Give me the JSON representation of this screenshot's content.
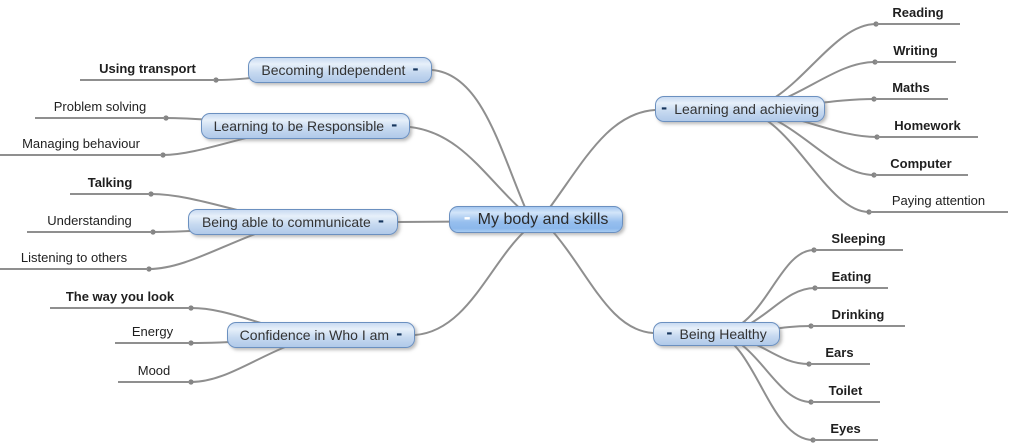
{
  "central": {
    "label": "My body and skills",
    "collapse_indicator": "-"
  },
  "branches": [
    {
      "label": "Becoming Independent",
      "collapse_indicator": "-",
      "side": "left",
      "children": [
        {
          "label": "Using transport",
          "emphasis": "bold"
        }
      ]
    },
    {
      "label": "Learning to be Responsible",
      "collapse_indicator": "-",
      "side": "left",
      "children": [
        {
          "label": "Problem solving",
          "emphasis": "normal"
        },
        {
          "label": "Managing behaviour",
          "emphasis": "normal"
        }
      ]
    },
    {
      "label": "Being able to communicate",
      "collapse_indicator": "-",
      "side": "left",
      "children": [
        {
          "label": "Talking",
          "emphasis": "bold"
        },
        {
          "label": "Understanding",
          "emphasis": "normal"
        },
        {
          "label": "Listening to others",
          "emphasis": "normal"
        }
      ]
    },
    {
      "label": "Confidence in Who I am",
      "collapse_indicator": "-",
      "side": "left",
      "children": [
        {
          "label": "The way you look",
          "emphasis": "bold"
        },
        {
          "label": "Energy",
          "emphasis": "normal"
        },
        {
          "label": "Mood",
          "emphasis": "normal"
        }
      ]
    },
    {
      "label": "Learning and achieving",
      "collapse_indicator": "-",
      "side": "right",
      "children": [
        {
          "label": "Reading",
          "emphasis": "bold"
        },
        {
          "label": "Writing",
          "emphasis": "bold"
        },
        {
          "label": "Maths",
          "emphasis": "bold"
        },
        {
          "label": "Homework",
          "emphasis": "bold"
        },
        {
          "label": "Computer",
          "emphasis": "bold"
        },
        {
          "label": "Paying attention",
          "emphasis": "normal"
        }
      ]
    },
    {
      "label": "Being Healthy",
      "collapse_indicator": "-",
      "side": "right",
      "children": [
        {
          "label": "Sleeping",
          "emphasis": "bold"
        },
        {
          "label": "Eating",
          "emphasis": "bold"
        },
        {
          "label": "Drinking",
          "emphasis": "bold"
        },
        {
          "label": "Ears",
          "emphasis": "bold"
        },
        {
          "label": "Toilet",
          "emphasis": "bold"
        },
        {
          "label": "Eyes",
          "emphasis": "bold"
        }
      ]
    }
  ],
  "colors": {
    "branch_line": "#8f8f8f",
    "node_border": "#6b90c0",
    "node_fill_top": "#e7f0fa",
    "node_fill_bottom": "#b0c9e9",
    "text": "#1f1f1f"
  }
}
